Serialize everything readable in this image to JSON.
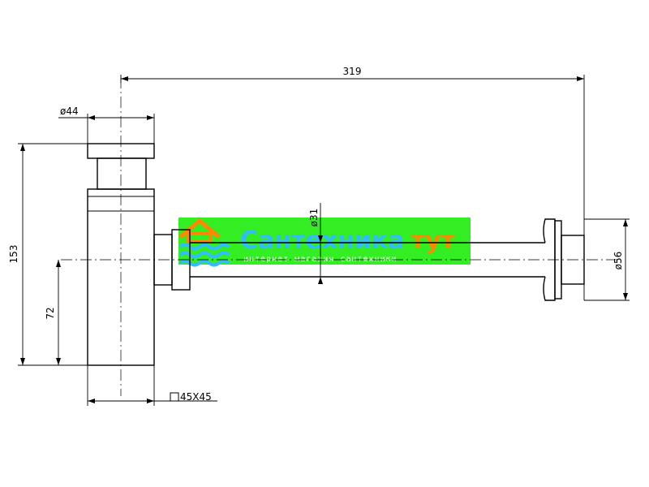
{
  "dimensions": {
    "overall_length": "319",
    "top_diameter": "ø44",
    "overall_height": "153",
    "outlet_height": "72",
    "pipe_diameter": "ø31",
    "outlet_diameter": "ø56",
    "body_section": "45X45"
  },
  "watermark": {
    "title_main": "Сантехника",
    "title_accent": "тут",
    "subtitle": "интернет магазин сантехники",
    "colors": {
      "background": "#33ee22",
      "title": "#33bbff",
      "accent": "#ff8800",
      "icon": "#ff8800",
      "waves": "#33bbff"
    }
  }
}
